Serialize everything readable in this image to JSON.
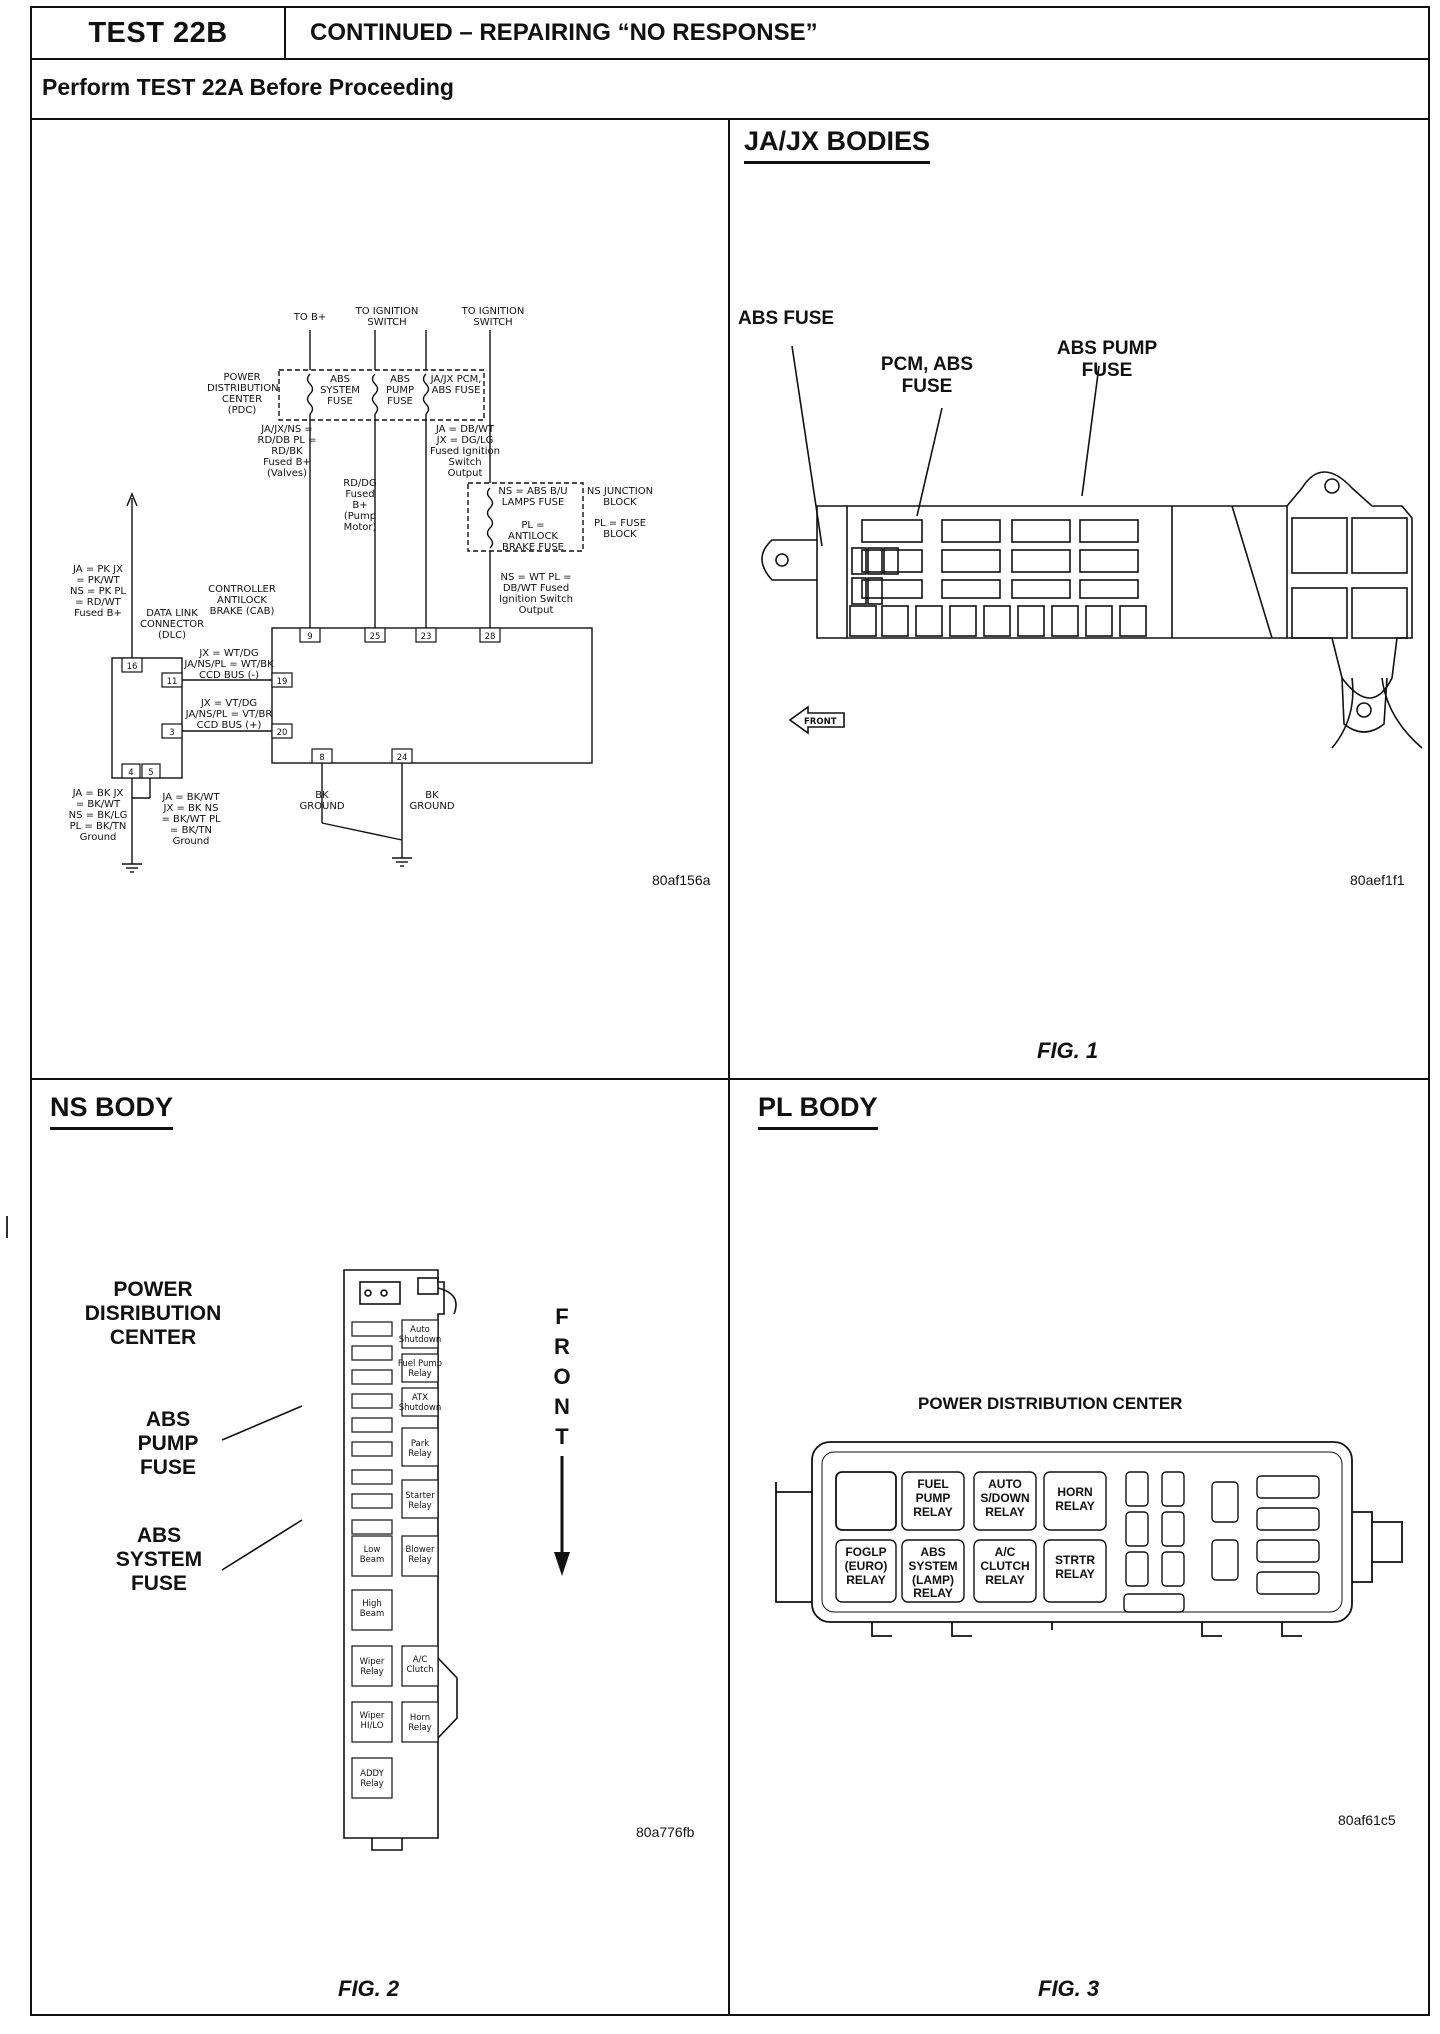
{
  "header": {
    "test_id": "TEST 22B",
    "test_title": "CONTINUED – REPAIRING  “NO RESPONSE”",
    "prerequisite": "Perform TEST 22A Before Proceeding"
  },
  "schematic": {
    "ref": "80af156a",
    "top_labels": [
      "TO B+",
      "TO IGNITION SWITCH",
      "TO IGNITION SWITCH"
    ],
    "pdc_label": "POWER DISTRIBUTION CENTER (PDC)",
    "fuses": [
      "ABS SYSTEM FUSE",
      "ABS PUMP FUSE",
      "JA/JX PCM, ABS FUSE"
    ],
    "wire_valves": "JA/JX/NS = RD/DB PL = RD/BK Fused B+ (Valves)",
    "wire_pump": "RD/DG Fused B+ (Pump Motor)",
    "wire_ign": "JA = DB/WT JX = DG/LG Fused Ignition Switch Output",
    "ns_fuse": "NS = ABS B/U LAMPS FUSE",
    "ns_block": "NS  JUNCTION BLOCK",
    "pl_fuse": "PL = ANTILOCK BRAKE FUSE",
    "pl_block": "PL = FUSE BLOCK",
    "cab_label": "CONTROLLER ANTILOCK BRAKE (CAB)",
    "cab_out_wire": "NS = WT PL = DB/WT Fused Ignition Switch Output",
    "dlc_label": "DATA LINK CONNECTOR (DLC)",
    "dlc_feed": "JA = PK JX = PK/WT NS = PK PL = RD/WT Fused B+",
    "ccd_minus": "JX = WT/DG JA/NS/PL = WT/BK CCD BUS (-)",
    "ccd_plus": "JX = VT/DG JA/NS/PL = VT/BR CCD BUS (+)",
    "dlc_ground": "JA = BK JX = BK/WT NS = BK/LG PL = BK/TN Ground",
    "dlc_ground2": "JA = BK/WT JX = BK NS = BK/WT PL = BK/TN Ground",
    "ground_labels": [
      "BK GROUND",
      "BK GROUND"
    ],
    "cab_pins": [
      "9",
      "25",
      "23",
      "28",
      "19",
      "20",
      "8",
      "24"
    ],
    "dlc_pins": [
      "16",
      "11",
      "3",
      "4",
      "5"
    ]
  },
  "fig1": {
    "title": "JA/JX BODIES",
    "callouts": [
      "ABS FUSE",
      "PCM, ABS FUSE",
      "ABS PUMP FUSE"
    ],
    "front": "FRONT",
    "ref": "80aef1f1",
    "figure": "FIG. 1"
  },
  "fig2": {
    "title": "NS BODY",
    "callouts": [
      "POWER DISRIBUTION CENTER",
      "ABS PUMP FUSE",
      "ABS SYSTEM FUSE"
    ],
    "front_letters": [
      "F",
      "R",
      "O",
      "N",
      "T"
    ],
    "relays": [
      "Auto Shutdown Relay",
      "Fuel Pump Relay",
      "ATX Shutdown Relay",
      "Park Relay",
      "Starter Relay",
      "Low Beam Relay",
      "Blower Relay",
      "High Beam Relay",
      "Wiper Relay",
      "A/C Clutch Relay",
      "Wiper HI/LO Relay",
      "Horn Relay",
      "ADDY Relay"
    ],
    "ref": "80a776fb",
    "figure": "FIG. 2"
  },
  "fig3": {
    "title": "PL BODY",
    "caption": "POWER DISTRIBUTION CENTER",
    "relays": [
      "FUEL PUMP RELAY",
      "AUTO S/DOWN RELAY",
      "HORN RELAY",
      "FOGLP (EURO) RELAY",
      "ABS SYSTEM (LAMP) RELAY",
      "A/C CLUTCH RELAY",
      "STRTR RELAY"
    ],
    "ref": "80af61c5",
    "figure": "FIG. 3"
  }
}
